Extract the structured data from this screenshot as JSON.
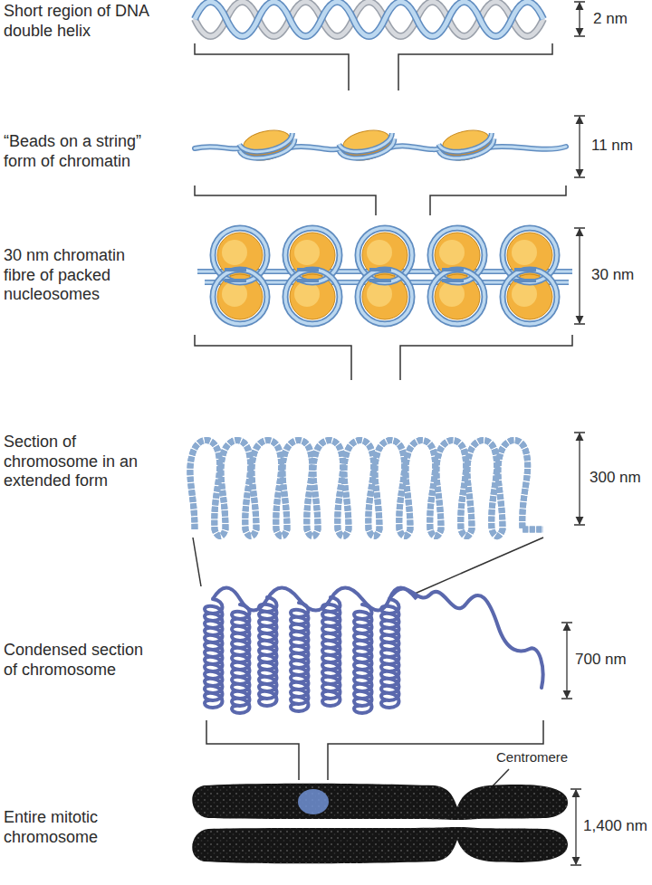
{
  "diagram": {
    "labels": [
      "Short region of DNA double helix",
      "2 nm",
      "“Beads on a string” form of chromatin",
      "11 nm",
      "30 nm chromatin fibre of packed nucleosomes",
      "30 nm",
      "Section of chromosome in an extended form",
      "300 nm",
      "Condensed section of chromosome",
      "700 nm",
      "Centromere",
      "Entire mitotic chromosome",
      "1,400 nm"
    ]
  }
}
